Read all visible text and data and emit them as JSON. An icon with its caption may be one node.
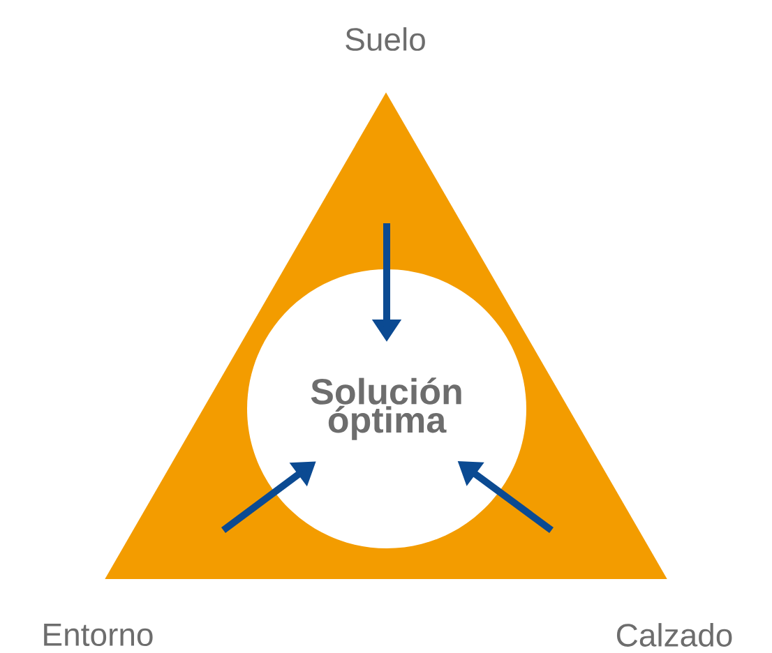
{
  "diagram": {
    "nodes": [
      {
        "text": [],
        "shape": "triangle"
      },
      {
        "text": [
          "Solución óptima"
        ],
        "in": 0
      }
    ],
    "edges": [
      {
        "from": null,
        "to": 1,
        "arrow": "to"
      },
      {
        "from": null,
        "to": 1,
        "arrow": "to"
      },
      {
        "from": null,
        "to": 1,
        "arrow": "to"
      }
    ],
    "labels": [
      "Suelo",
      "Entorno",
      "Calzado"
    ]
  }
}
